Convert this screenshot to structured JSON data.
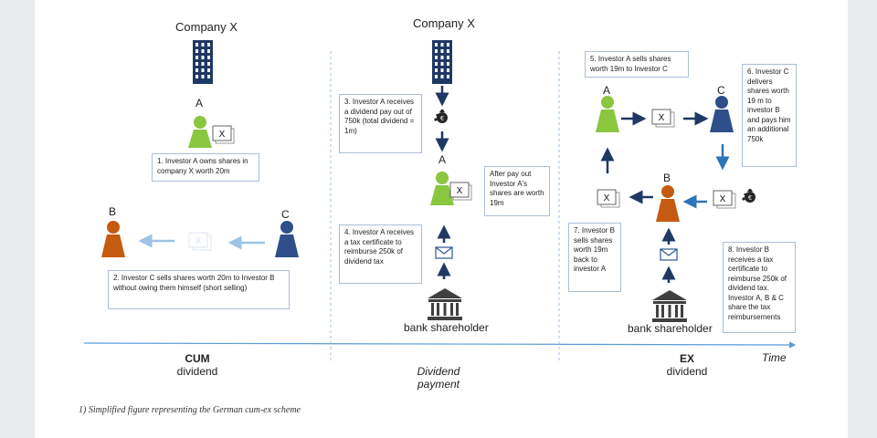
{
  "company_label": "Company X",
  "investors": {
    "a": "A",
    "b": "B",
    "c": "C"
  },
  "share_mark": "X",
  "bank_label": "bank shareholder",
  "notes": {
    "n1": "1. Investor A owns shares in company X worth 20m",
    "n2": "2. Investor C sells shares worth 20m to Investor B without owing them himself (short selling)",
    "n3": "3. Investor A receives a dividend pay out of 750k (total dividend = 1m)",
    "n4": "4. Investor A receives a tax certificate to reimburse 250k of dividend tax",
    "after": "After pay out Investor A's shares are worth 19m",
    "n5": "5. Investor A sells shares worth 19m to Investor C",
    "n6": "6. Investor C delivers shares worth 19 m to investor B and pays him an additional 750k",
    "n7": "7. Investor B sells shares worth 19m back to investor A",
    "n8": "8. Investor B receives a tax certificate to reimburse 250k of dividend tax. Investor A, B & C share the tax reimbursements"
  },
  "timeline": {
    "cum_top": "CUM",
    "cum_bottom": "dividend",
    "payment_top": "Dividend",
    "payment_bottom": "payment",
    "ex_top": "EX",
    "ex_bottom": "dividend",
    "time": "Time"
  },
  "caption": "1) Simplified figure representing the German cum-ex scheme",
  "colors": {
    "investor_a": "#8ac63f",
    "investor_b": "#c55a11",
    "investor_c": "#2f4f8a",
    "arrow": "#1f3864",
    "arrow_light": "#9dc3e6",
    "building": "#1f3864"
  }
}
